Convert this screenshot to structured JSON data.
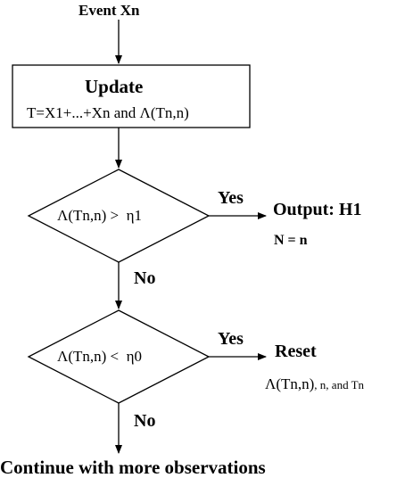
{
  "diagram": {
    "start_event": "Event Xn",
    "update_box": {
      "title": "Update",
      "formula": "T=X1+...+Xn and Λ(Tn,n)"
    },
    "decision_upper": {
      "condition": "Λ(Tn,n) >  η1",
      "yes_label": "Yes",
      "no_label": "No"
    },
    "output_h1": {
      "title": "Output: H1",
      "detail": "N = n"
    },
    "decision_lower": {
      "condition": "Λ(Tn,n) <  η0",
      "yes_label": "Yes",
      "no_label": "No"
    },
    "reset": {
      "title": "Reset",
      "detail_symbol": "Λ(Tn,n)",
      "detail_rest": ", n, and Tn"
    },
    "end_text": "Continue with more observations"
  }
}
